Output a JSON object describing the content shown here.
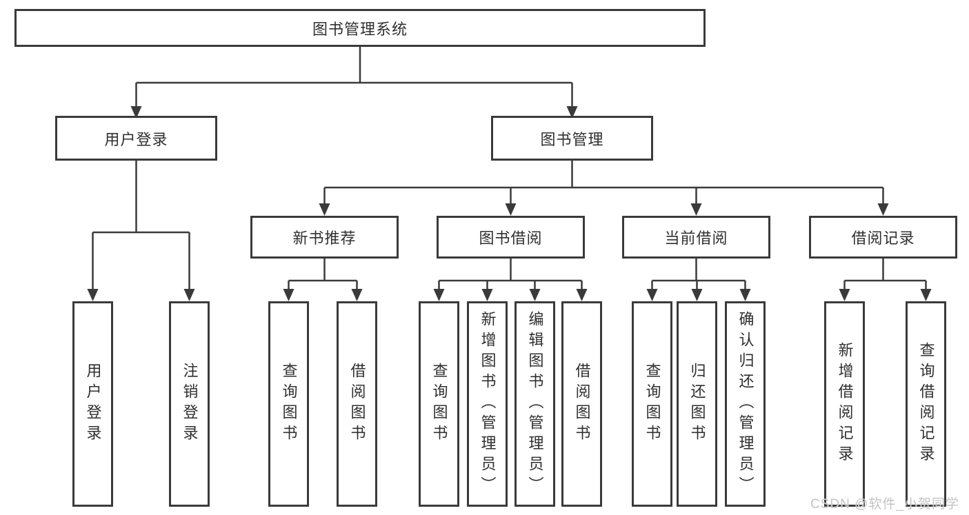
{
  "diagram": {
    "type": "hierarchy-tree",
    "root": "图书管理系统",
    "level2": {
      "user_login": "用户登录",
      "book_management": "图书管理"
    },
    "level3": {
      "new_book_rec": "新书推荐",
      "book_borrow": "图书借阅",
      "current_borrow": "当前借阅",
      "borrow_record": "借阅记录"
    },
    "leaves": {
      "user_login": [
        "用户登录",
        "注销登录"
      ],
      "new_book_rec": [
        "查询图书",
        "借阅图书"
      ],
      "book_borrow": [
        "查询图书",
        "新增图书（管理员）",
        "编辑图书（管理员）",
        "借阅图书"
      ],
      "current_borrow": [
        "查询图书",
        "归还图书",
        "确认归还（管理员）"
      ],
      "borrow_record": [
        "新增借阅记录",
        "查询借阅记录"
      ]
    },
    "colors": {
      "line": "#3a3a3a",
      "text": "#2f2f2f",
      "background": "#ffffff",
      "watermark": "#c3c3c3"
    }
  },
  "watermark": "CSDN @软件_小贺同学"
}
